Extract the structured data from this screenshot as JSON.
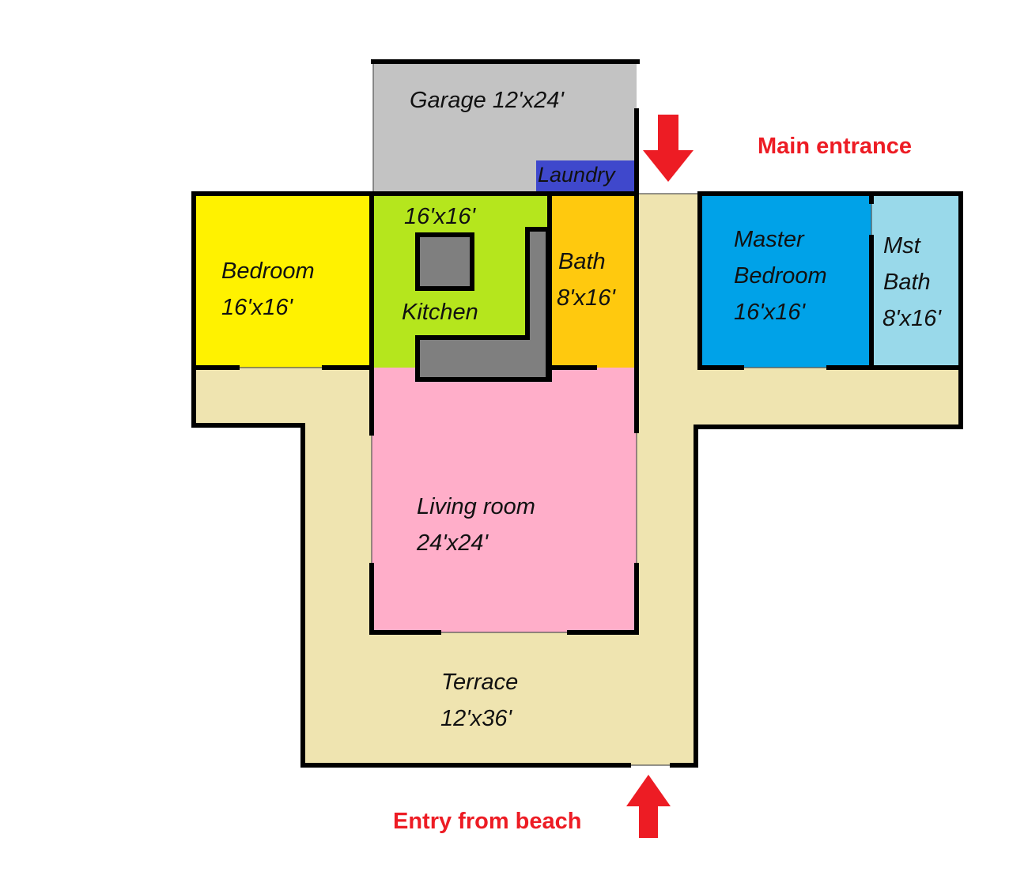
{
  "colors": {
    "garage": "#c3c3c3",
    "laundry": "#3f48cc",
    "laundry_text": "#141450",
    "bedroom": "#fff200",
    "kitchen": "#b5e61d",
    "bath": "#ffc90e",
    "living": "#ffaec9",
    "terrace": "#efe4b0",
    "master_bedroom": "#00a2e8",
    "master_bath": "#99d9ea",
    "counter": "#7f7f7f",
    "accent_red": "#ed1c24"
  },
  "rooms": {
    "garage": {
      "label": "Garage 12'x24'"
    },
    "laundry": {
      "label": "Laundry"
    },
    "kitchen": {
      "size": "16'x16'",
      "label": "Kitchen"
    },
    "bedroom": {
      "label": "Bedroom",
      "size": "16'x16'"
    },
    "bath": {
      "label": "Bath",
      "size": "8'x16'"
    },
    "master_bedroom": {
      "line1": "Master",
      "line2": "Bedroom",
      "size": "16'x16'"
    },
    "master_bath": {
      "line1": "Mst",
      "line2": "Bath",
      "size": "8'x16'"
    },
    "living_room": {
      "label": "Living room",
      "size": "24'x24'"
    },
    "terrace": {
      "label": "Terrace",
      "size": "12'x36'"
    }
  },
  "entrances": {
    "main": {
      "label": "Main entrance",
      "icon": "arrow-down-icon"
    },
    "beach": {
      "label": "Entry from beach",
      "icon": "arrow-up-icon"
    }
  }
}
